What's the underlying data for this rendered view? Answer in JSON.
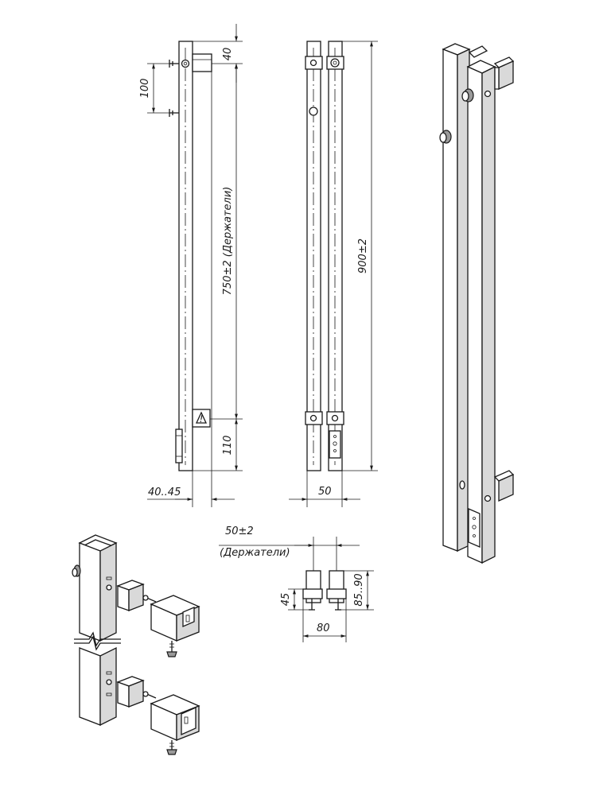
{
  "dimensions": {
    "top_offset": "40",
    "holder_spacing": "100",
    "holder_distance": "750±2 (Держатели)",
    "bottom_offset": "110",
    "wall_gap": "40..45",
    "total_height": "900±2",
    "bar_width": "50",
    "holder_width_value": "50±2",
    "holder_width_note": "(Держатели)",
    "bracket_height": "45",
    "wall_depth": "85..90",
    "bracket_width": "80"
  },
  "symbols": {
    "warning_icon": "!"
  }
}
